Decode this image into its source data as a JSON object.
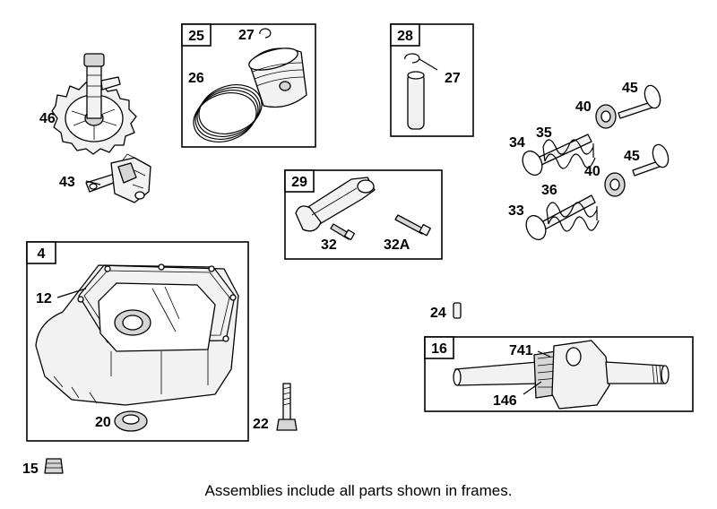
{
  "frames": {
    "f25": "25",
    "f28": "28",
    "f29": "29",
    "f4": "4",
    "f16": "16"
  },
  "labels": {
    "p46": "46",
    "p43": "43",
    "p26": "26",
    "p27a": "27",
    "p27b": "27",
    "p12": "12",
    "p20": "20",
    "p22": "22",
    "p15": "15",
    "p32": "32",
    "p32a": "32A",
    "p24": "24",
    "p741": "741",
    "p146": "146",
    "p45a": "45",
    "p45b": "45",
    "p40a": "40",
    "p40b": "40",
    "p35": "35",
    "p34": "34",
    "p36": "36",
    "p33": "33"
  },
  "caption": "Assemblies include all parts shown in frames."
}
